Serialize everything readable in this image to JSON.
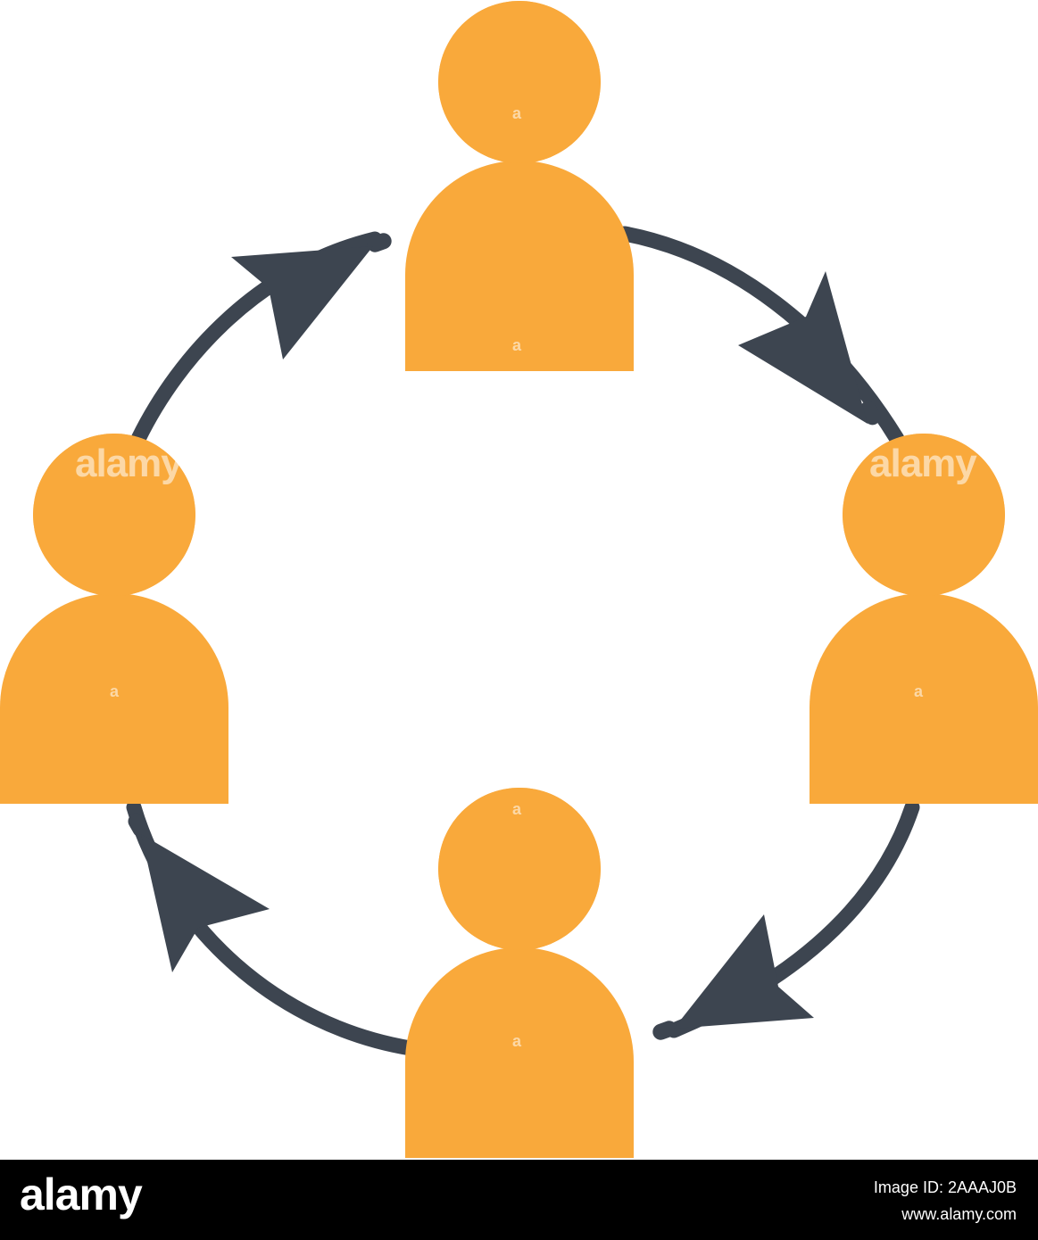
{
  "colors": {
    "person": "#F9A93B",
    "arrow": "#3D4550",
    "background": "#FFFFFF",
    "footer_bg": "#000000",
    "footer_text": "#FFFFFF"
  },
  "diagram": {
    "people": [
      {
        "name": "person-top",
        "icon": "person-icon"
      },
      {
        "name": "person-right",
        "icon": "person-icon"
      },
      {
        "name": "person-bottom",
        "icon": "person-icon"
      },
      {
        "name": "person-left",
        "icon": "person-icon"
      }
    ],
    "arrows": [
      {
        "from": "person-left",
        "to": "person-top",
        "icon": "arrow-icon"
      },
      {
        "from": "person-top",
        "to": "person-right",
        "icon": "arrow-icon"
      },
      {
        "from": "person-right",
        "to": "person-bottom",
        "icon": "arrow-icon"
      },
      {
        "from": "person-bottom",
        "to": "person-left",
        "icon": "arrow-icon"
      }
    ]
  },
  "watermark": {
    "big": "alamy",
    "small": "a"
  },
  "footer": {
    "logo": "alamy",
    "image_id": "Image ID: 2AAAJ0B",
    "url": "www.alamy.com"
  }
}
